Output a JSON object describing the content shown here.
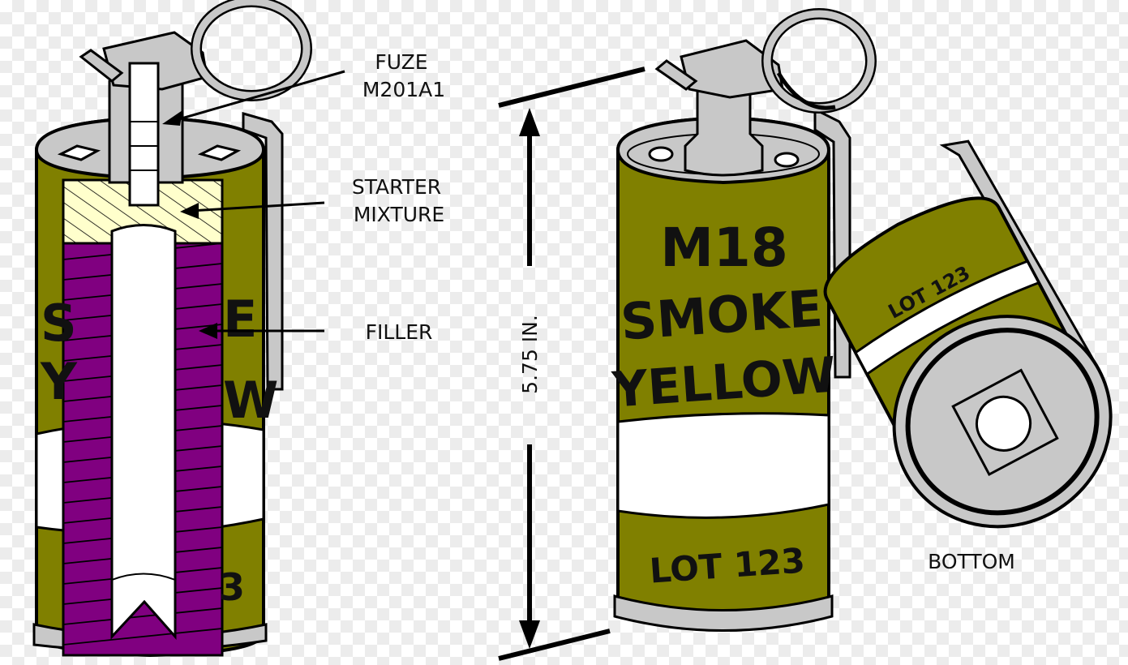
{
  "labels": {
    "fuze_line1": "FUZE",
    "fuze_line2": "M201A1",
    "starter_line1": "STARTER",
    "starter_line2": "MIXTURE",
    "filler": "FILLER",
    "height": "5.75 IN.",
    "bottom": "BOTTOM"
  },
  "can_markings": {
    "line1": "M18",
    "line2": "SMOKE",
    "line3": "YELLOW",
    "lot": "LOT 123"
  },
  "colors": {
    "olive": "#808000",
    "purple": "#800080",
    "starter_fill": "#ffffcc",
    "metal": "#c8c8c8",
    "outline": "#000000"
  }
}
